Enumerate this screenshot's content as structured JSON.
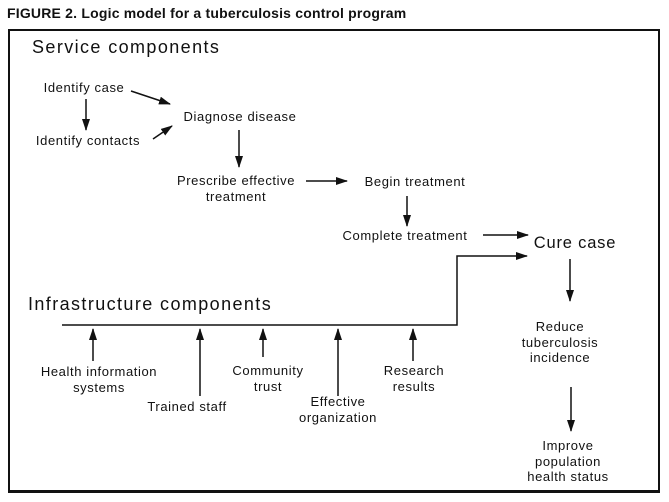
{
  "figure": {
    "title": "FIGURE 2. Logic model for a tuberculosis control program"
  },
  "diagram": {
    "headings": {
      "service": "Service components",
      "infrastructure": "Infrastructure components"
    },
    "nodes": {
      "identify_case": "Identify case",
      "identify_contacts": "Identify contacts",
      "diagnose_disease": "Diagnose disease",
      "prescribe_effective_treatment": "Prescribe effective\ntreatment",
      "begin_treatment": "Begin treatment",
      "complete_treatment": "Complete treatment",
      "cure_case": "Cure case",
      "reduce_tuberculosis_incidence": "Reduce\ntuberculosis\nincidence",
      "improve_population_health_status": "Improve population\nhealth status",
      "health_information_systems": "Health information\nsystems",
      "trained_staff": "Trained staff",
      "community_trust": "Community\ntrust",
      "effective_organization": "Effective\norganization",
      "research_results": "Research\nresults"
    },
    "edges": [
      {
        "from": "identify_case",
        "to": "identify_contacts"
      },
      {
        "from": "identify_case",
        "to": "diagnose_disease"
      },
      {
        "from": "identify_contacts",
        "to": "diagnose_disease"
      },
      {
        "from": "diagnose_disease",
        "to": "prescribe_effective_treatment"
      },
      {
        "from": "prescribe_effective_treatment",
        "to": "begin_treatment"
      },
      {
        "from": "begin_treatment",
        "to": "complete_treatment"
      },
      {
        "from": "complete_treatment",
        "to": "cure_case"
      },
      {
        "from": "infrastructure_line",
        "to": "cure_case"
      },
      {
        "from": "cure_case",
        "to": "reduce_tuberculosis_incidence"
      },
      {
        "from": "reduce_tuberculosis_incidence",
        "to": "improve_population_health_status"
      },
      {
        "from": "health_information_systems",
        "to": "infrastructure_line"
      },
      {
        "from": "trained_staff",
        "to": "infrastructure_line"
      },
      {
        "from": "community_trust",
        "to": "infrastructure_line"
      },
      {
        "from": "effective_organization",
        "to": "infrastructure_line"
      },
      {
        "from": "research_results",
        "to": "infrastructure_line"
      }
    ],
    "colors": {
      "ink": "#111111",
      "background": "#ffffff"
    }
  }
}
